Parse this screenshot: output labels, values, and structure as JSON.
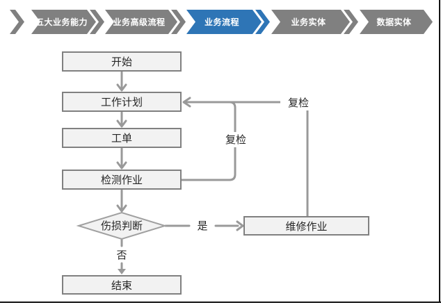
{
  "nav": {
    "items": [
      {
        "label": "五大业务能力",
        "active": false
      },
      {
        "label": "业务高级流程",
        "active": false
      },
      {
        "label": "业务流程",
        "active": true
      },
      {
        "label": "业务实体",
        "active": false
      },
      {
        "label": "数据实体",
        "active": false
      }
    ]
  },
  "flow": {
    "nodes": {
      "start": "开始",
      "plan": "工作计划",
      "order": "工单",
      "inspect": "检测作业",
      "decision": "伤损判断",
      "repair": "维修作业",
      "end": "结束"
    },
    "edge_labels": {
      "recheck_top": "复检",
      "recheck_mid": "复检",
      "yes": "是",
      "no": "否"
    }
  },
  "colors": {
    "nav_gray": "#808080",
    "nav_active_blue": "#2E75B6",
    "node_fill": "#f2f2f2",
    "node_border": "#808080",
    "connector_gray": "#999999",
    "text_dark": "#262626"
  }
}
